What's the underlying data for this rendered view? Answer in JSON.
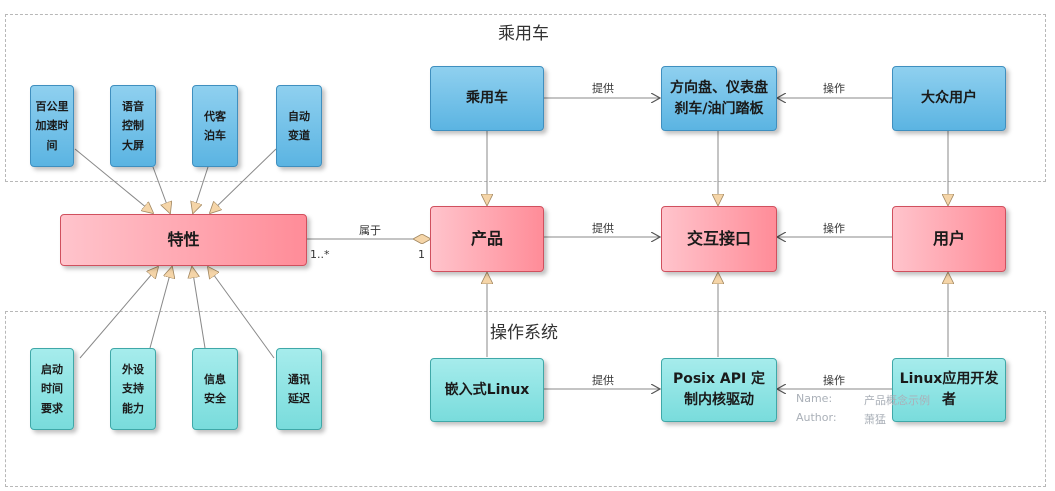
{
  "groups": {
    "top_title": "乘用车",
    "bottom_title": "操作系统"
  },
  "features_top": [
    "百公里加速时间",
    "语音控制大屏",
    "代客泊车",
    "自动变道"
  ],
  "features_bottom": [
    "启动时间要求",
    "外设支持能力",
    "信息安全",
    "通讯延迟"
  ],
  "boxes": {
    "trait": "特性",
    "car": "乘用车",
    "wheel": "方向盘、仪表盘刹车/油门踏板",
    "public_user": "大众用户",
    "product": "产品",
    "interface": "交互接口",
    "user": "用户",
    "embedded": "嵌入式Linux",
    "posix": "Posix API 定制内核驱动",
    "linux_dev": "Linux应用开发者"
  },
  "labels": {
    "belongs": "属于",
    "mult_left": "1..*",
    "mult_right": "1",
    "provide": "提供",
    "operate": "操作"
  },
  "meta": {
    "name_key": "Name:",
    "name_val": "产品概念示例",
    "author_key": "Author:",
    "author_val": "萧猛"
  },
  "colors": {
    "blue": "#5bb4e2",
    "pink": "#ff8c98",
    "cyan": "#79dcdc",
    "arrowhead": "#f5d5a8"
  }
}
